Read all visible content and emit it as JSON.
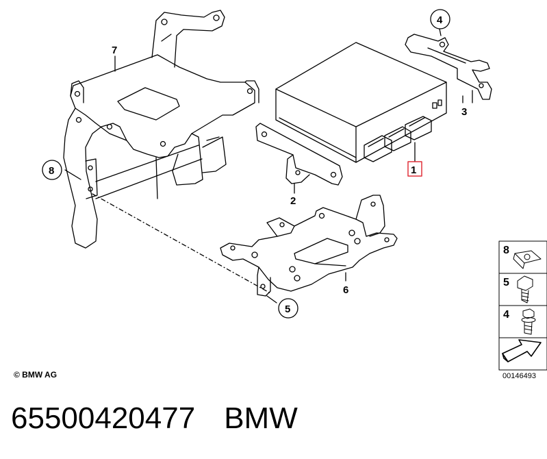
{
  "labels": {
    "p1": "1",
    "p2": "2",
    "p3": "3",
    "p4": "4",
    "p5": "5",
    "p6": "6",
    "p7": "7",
    "p8": "8"
  },
  "legend": {
    "i8": "8",
    "i5": "5",
    "i4": "4"
  },
  "copyright": "© BMW AG",
  "drawing_number": "00146493",
  "footer": {
    "part_number": "65500420477",
    "brand": "BMW"
  },
  "colors": {
    "highlight": "#e0303a"
  }
}
